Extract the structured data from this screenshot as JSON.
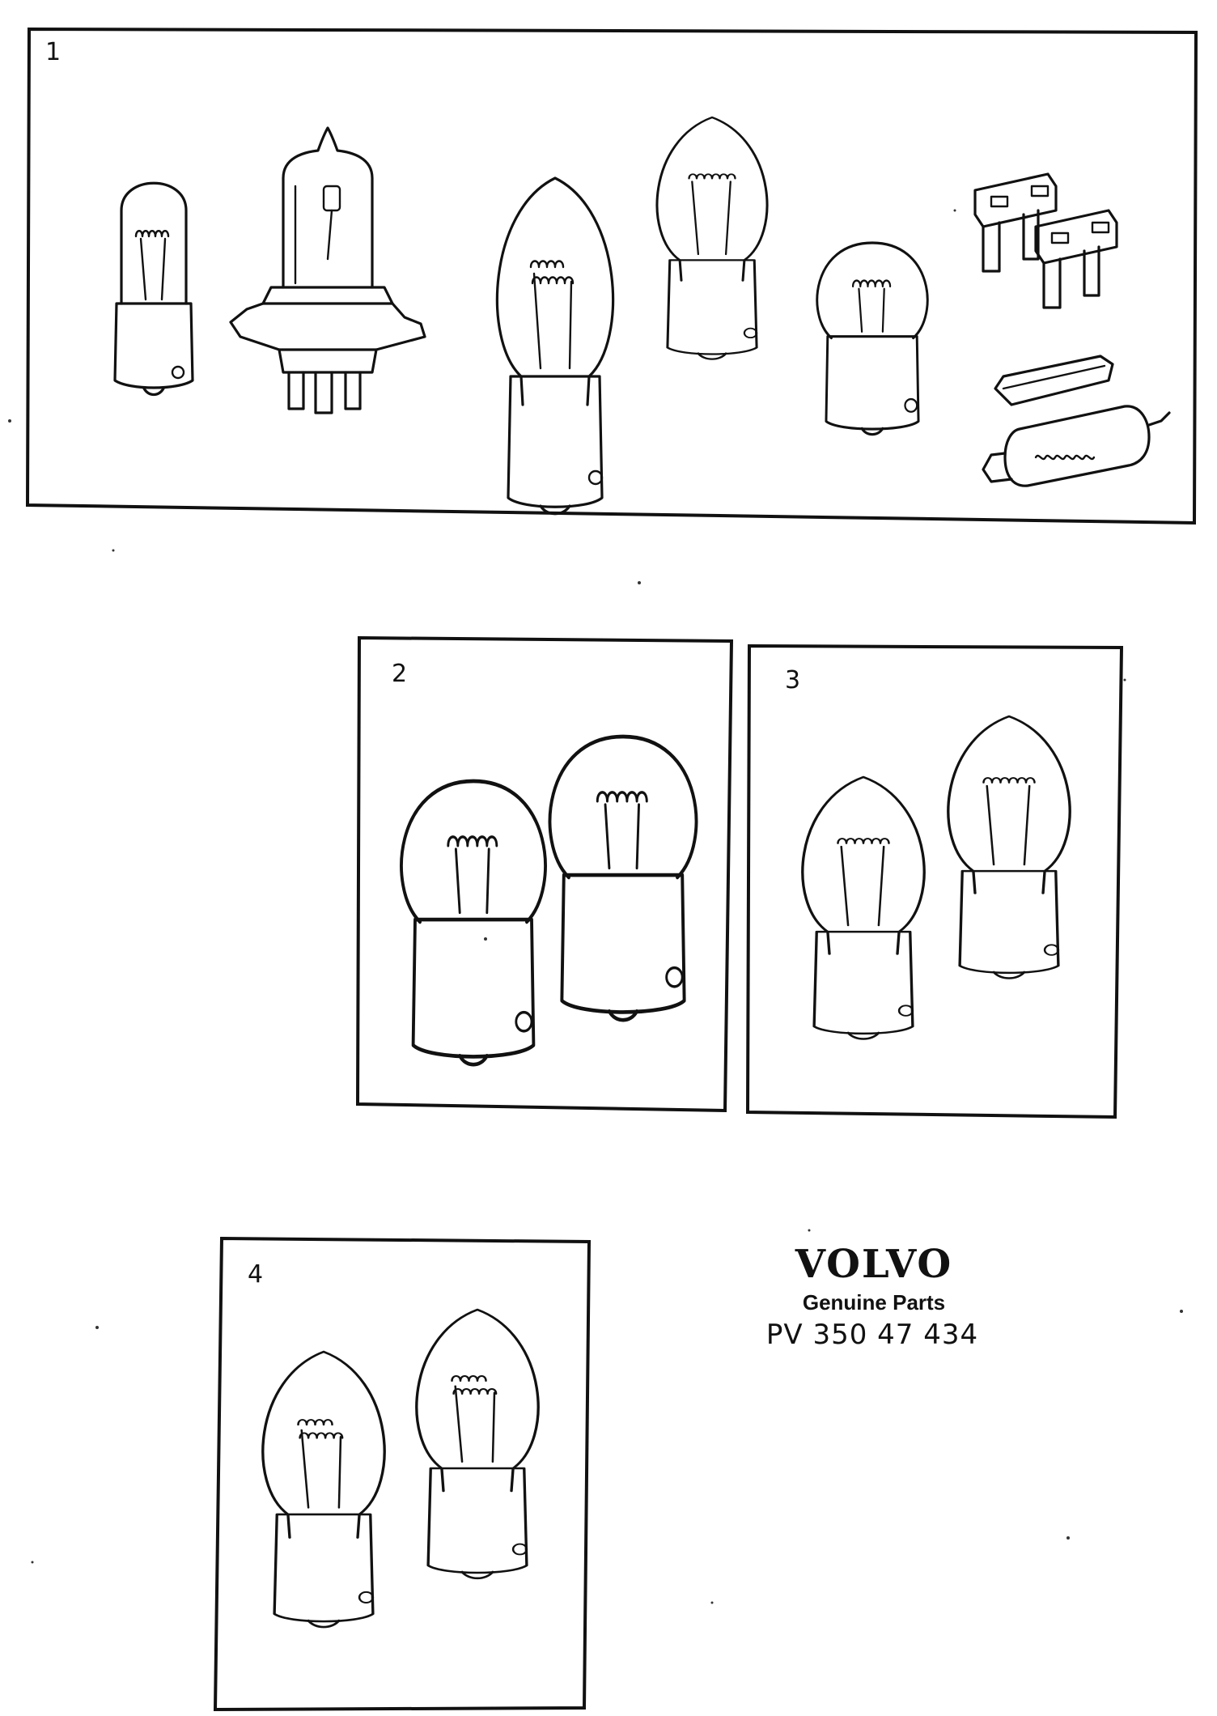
{
  "panels": [
    {
      "id": "1",
      "label": "1"
    },
    {
      "id": "2",
      "label": "2"
    },
    {
      "id": "3",
      "label": "3"
    },
    {
      "id": "4",
      "label": "4"
    }
  ],
  "brand": {
    "logo_text": "VOLVO",
    "tagline": "Genuine Parts",
    "part_number": "PV 350 47 434"
  },
  "icons": [
    "tubular-bulb-icon",
    "halogen-h4-bulb-icon",
    "single-filament-bulb-icon",
    "dual-filament-bulb-icon",
    "small-bulb-icon",
    "blade-fuse-icon",
    "glass-fuse-icon",
    "festoon-bulb-icon"
  ],
  "colors": {
    "ink": "#111111",
    "paper": "#ffffff"
  }
}
